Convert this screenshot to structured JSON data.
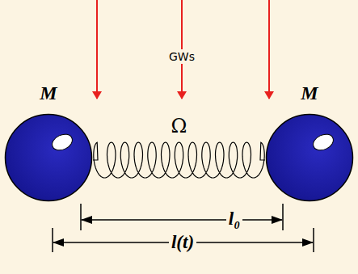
{
  "diagram": {
    "nodes": [
      {
        "text": [
          "M"
        ]
      },
      {
        "text": [
          "M"
        ]
      }
    ],
    "edges": [
      {
        "from": 0,
        "to": 1,
        "arrow": "none",
        "label": "Ω"
      }
    ],
    "labels": [
      "GWs",
      "l₀",
      "l(t)"
    ]
  }
}
